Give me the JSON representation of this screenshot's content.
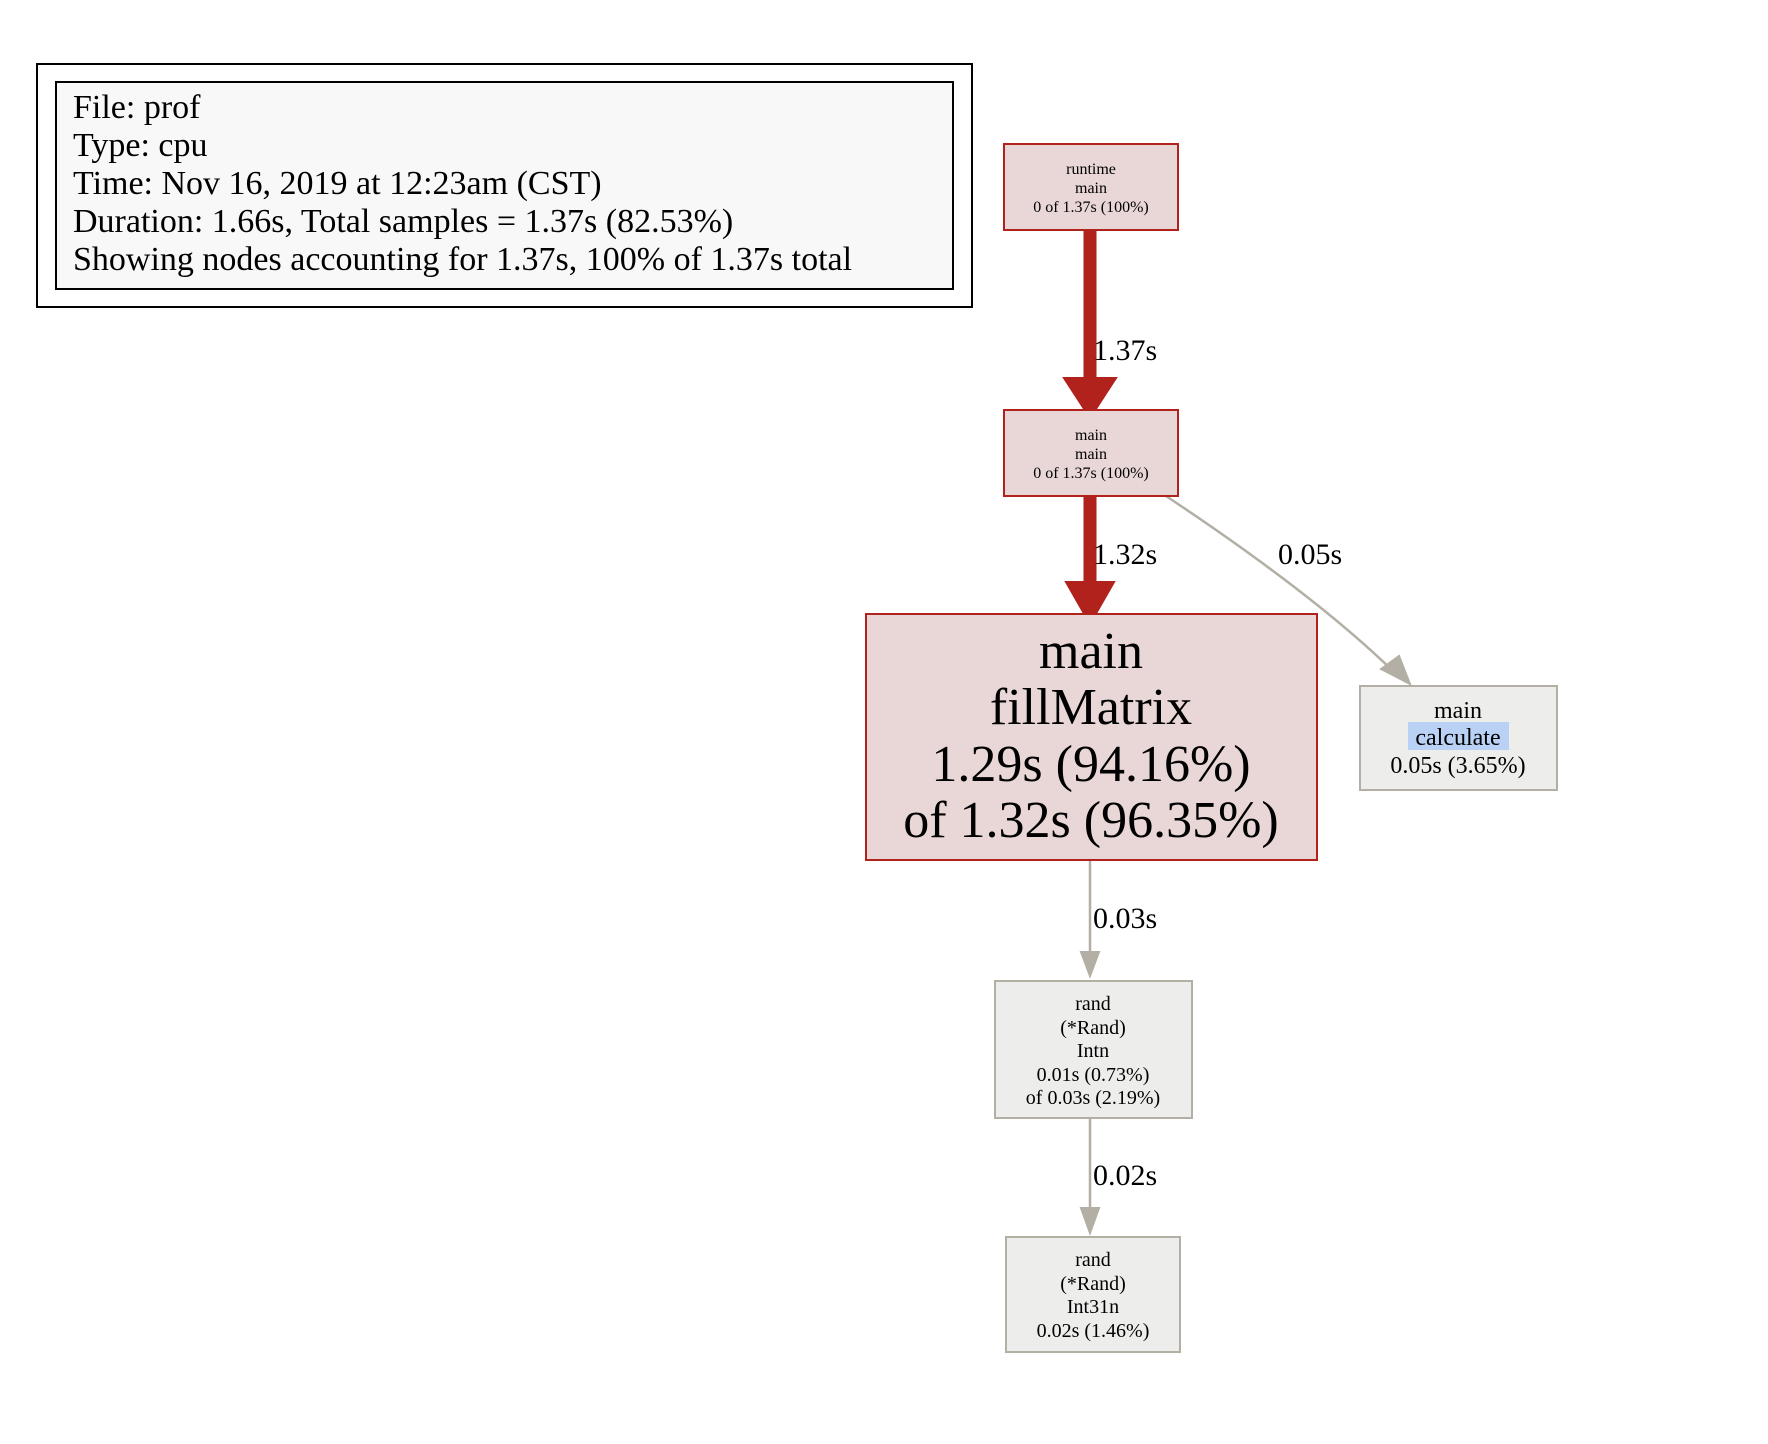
{
  "legend": {
    "lines": [
      "File: prof",
      "Type: cpu",
      "Time: Nov 16, 2019 at 12:23am (CST)",
      "Duration: 1.66s, Total samples = 1.37s (82.53%)",
      "Showing nodes accounting for 1.37s, 100% of 1.37s total"
    ]
  },
  "colors": {
    "hot_fill": "#e9d7d7",
    "hot_stroke": "#b2221c",
    "hot_edge": "#b2221c",
    "cold_fill": "#ededec",
    "cold_stroke": "#b3afa5",
    "cold_edge": "#b3afa5",
    "highlight": "#b8d1f5"
  },
  "nodes": {
    "runtime_main": {
      "lines": [
        "runtime",
        "main",
        "0 of 1.37s (100%)"
      ]
    },
    "main_main": {
      "lines": [
        "main",
        "main",
        "0 of 1.37s (100%)"
      ]
    },
    "main_fillMatrix": {
      "lines": [
        "main",
        "fillMatrix",
        "1.29s (94.16%)",
        "of 1.32s (96.35%)"
      ]
    },
    "main_calculate": {
      "lines": [
        "main",
        "calculate",
        "0.05s (3.65%)"
      ]
    },
    "rand_Intn": {
      "lines": [
        "rand",
        "(*Rand)",
        "Intn",
        "0.01s (0.73%)",
        "of 0.03s (2.19%)"
      ]
    },
    "rand_Int31n": {
      "lines": [
        "rand",
        "(*Rand)",
        "Int31n",
        "0.02s (1.46%)"
      ]
    }
  },
  "edges": {
    "runtime_to_main": "1.37s",
    "main_to_fillMatrix": "1.32s",
    "main_to_calculate": "0.05s",
    "fillMatrix_to_Intn": "0.03s",
    "Intn_to_Int31n": "0.02s"
  }
}
